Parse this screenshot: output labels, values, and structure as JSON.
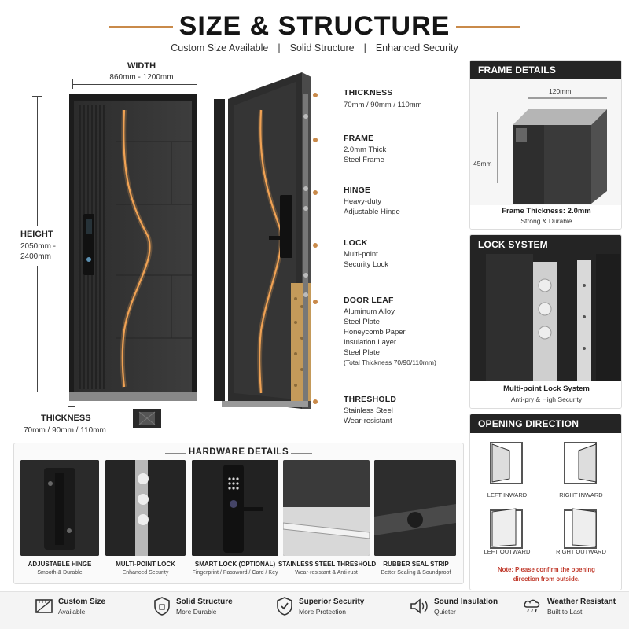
{
  "header": {
    "title": "SIZE & STRUCTURE",
    "subtitle": [
      "Custom Size Available",
      "Solid Structure",
      "Enhanced Security"
    ],
    "separator": "|"
  },
  "dimensions": {
    "width_label": "WIDTH",
    "width_value": "860mm - 1200mm",
    "height_label": "HEIGHT",
    "height_value_1": "2050mm -",
    "height_value_2": "2400mm",
    "thickness_label": "THICKNESS",
    "thickness_value": "70mm / 90mm / 110mm"
  },
  "specs": [
    {
      "title": "THICKNESS",
      "lines": [
        "70mm / 90mm / 110mm"
      ]
    },
    {
      "title": "FRAME",
      "lines": [
        "2.0mm Thick",
        "Steel Frame"
      ]
    },
    {
      "title": "HINGE",
      "lines": [
        "Heavy-duty",
        "Adjustable Hinge"
      ]
    },
    {
      "title": "LOCK",
      "lines": [
        "Multi-point",
        "Security Lock"
      ]
    },
    {
      "title": "DOOR LEAF",
      "lines": [
        "Aluminum Alloy",
        "Steel Plate",
        "Honeycomb Paper",
        "Insulation Layer",
        "Steel Plate",
        "(Total Thickness 70/90/110mm)"
      ]
    },
    {
      "title": "THRESHOLD",
      "lines": [
        "Stainless Steel",
        "Wear-resistant"
      ]
    }
  ],
  "frame_panel": {
    "title": "FRAME DETAILS",
    "dim_w": "120mm",
    "dim_h": "45mm",
    "caption": "Frame Thickness: 2.0mm",
    "sub": "Strong & Durable"
  },
  "lock_panel": {
    "title": "LOCK SYSTEM",
    "caption": "Multi-point Lock System",
    "sub": "Anti-pry & High Security"
  },
  "opening_panel": {
    "title": "OPENING DIRECTION",
    "items": [
      "LEFT INWARD",
      "RIGHT INWARD",
      "LEFT OUTWARD",
      "RIGHT OUTWARD"
    ],
    "note_1": "Note: Please confirm the opening",
    "note_2": "direction from outside."
  },
  "hardware": {
    "title": "HARDWARE DETAILS",
    "items": [
      {
        "name": "ADJUSTABLE HINGE",
        "sub": "Smooth & Durable"
      },
      {
        "name": "MULTI-POINT LOCK",
        "sub": "Enhanced Security"
      },
      {
        "name": "SMART LOCK (OPTIONAL)",
        "sub": "Fingerprint / Password / Card / Key"
      },
      {
        "name": "STAINLESS STEEL THRESHOLD",
        "sub": "Wear-resistant & Anti-rust"
      },
      {
        "name": "RUBBER SEAL STRIP",
        "sub": "Better Sealing & Soundproof"
      }
    ]
  },
  "features": [
    {
      "name": "Custom Size",
      "sub": "Available",
      "icon": "ruler-icon"
    },
    {
      "name": "Solid Structure",
      "sub": "More Durable",
      "icon": "shield-icon"
    },
    {
      "name": "Superior Security",
      "sub": "More Protection",
      "icon": "shield-check-icon"
    },
    {
      "name": "Sound Insulation",
      "sub": "Quieter",
      "icon": "speaker-icon"
    },
    {
      "name": "Weather Resistant",
      "sub": "Built to Last",
      "icon": "weather-icon"
    }
  ],
  "colors": {
    "accent": "#c98a4a",
    "dark": "#242424",
    "glow": "#f0a255"
  }
}
